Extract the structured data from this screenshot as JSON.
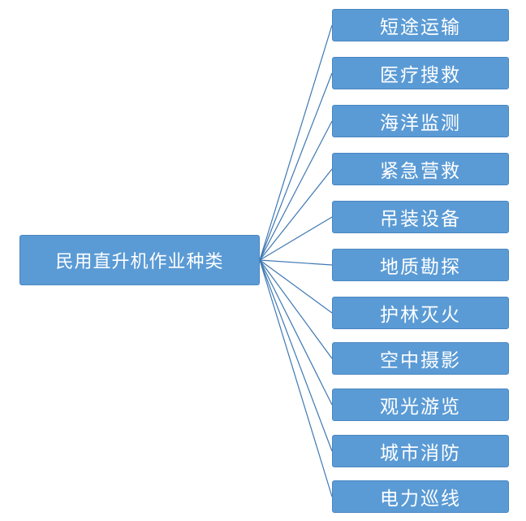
{
  "root": {
    "label": "民用直升机作业种类"
  },
  "categories": [
    "短途运输",
    "医疗搜救",
    "海洋监测",
    "紧急营救",
    "吊装设备",
    "地质勘探",
    "护林灭火",
    "空中摄影",
    "观光游览",
    "城市消防",
    "电力巡线"
  ],
  "colors": {
    "box_fill": "#5b9bd5",
    "box_border": "#4a86c0",
    "connector": "#3e78b2",
    "text": "#ffffff"
  }
}
